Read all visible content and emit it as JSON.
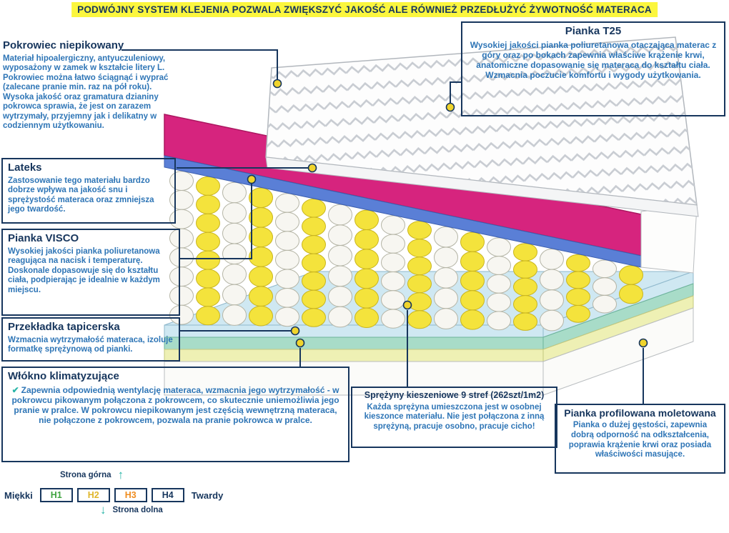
{
  "banner": {
    "text": "PODWÓJNY SYSTEM KLEJENIA POZWALA ZWIĘKSZYĆ JAKOŚĆ ALE RÓWNIEŻ PRZEDŁUŻYĆ ŻYWOTNOŚĆ MATERACA"
  },
  "blocks": {
    "pokrowiec": {
      "title": "Pokrowiec niepikowany",
      "body": "Materiał hipoalergiczny, antyuczuleniowy, wyposażony w zamek w kształcie litery L. Pokrowiec można łatwo ściągnąć i wyprać (zalecane pranie min. raz na pół roku). Wysoka jakość oraz gramatura dzianiny pokrowca sprawia, że jest on zarazem wytrzymały, przyjemny jak i delikatny w codziennym użytkowaniu."
    },
    "lateks": {
      "title": "Lateks",
      "body": "Zastosowanie tego materiału bardzo dobrze wpływa na jakość snu i sprężystość materaca oraz zmniejsza jego twardość."
    },
    "visco": {
      "title": "Pianka VISCO",
      "body": "Wysokiej jakości pianka poliuretanowa reagująca na nacisk i temperaturę. Doskonale dopasowuje się do kształtu ciała, podpierając je idealnie w każdym miejscu."
    },
    "przekladka": {
      "title": "Przekładka tapicerska",
      "body": "Wzmacnia wytrzymałość materaca, izoluje formatkę sprężynową od pianki."
    },
    "wlokno": {
      "title": "Włókno klimatyzujące",
      "check": "✔",
      "body": "Zapewnia odpowiednią wentylację materaca, wzmacnia jego wytrzymałość - w pokrowcu pikowanym połączona z pokrowcem, co skutecznie uniemożliwia jego pranie w pralce. W pokrowcu niepikowanym jest częścią wewnętrzną materaca, nie połączone z pokrowcem, pozwala na pranie pokrowca w pralce."
    },
    "t25": {
      "title": "Pianka T25",
      "body": "Wysokiej jakości pianka poliuretanowa otaczająca materac z góry oraz po bokach zapewnia właściwe krążenie krwi, anatomiczne dopasowanie się materaca do kształtu ciała. Wzmacnia poczucie komfortu i wygody użytkowania."
    },
    "sprezyny": {
      "title": "Sprężyny kieszeniowe 9 stref (262szt/1m2)",
      "body": "Każda sprężyna umieszczona jest w osobnej kieszonce materiału. Nie jest połączona z inną sprężyną, pracuje osobno, pracuje cicho!"
    },
    "profilowana": {
      "title": "Pianka profilowana moletowana",
      "body": "Pianka o dużej gęstości, zapewnia dobrą odporność na odkształcenia, poprawia krążenie krwi oraz posiada właściwości masujące."
    }
  },
  "scale": {
    "top_label": "Strona górna",
    "bottom_label": "Strona dolna",
    "left_label": "Miękki",
    "right_label": "Twardy",
    "up_arrow": "↑",
    "down_arrow": "↓",
    "levels": [
      {
        "label": "H1",
        "color": "#3fa33f"
      },
      {
        "label": "H2",
        "color": "#e0b62a"
      },
      {
        "label": "H3",
        "color": "#ef8c1f"
      },
      {
        "label": "H4",
        "color": "#17365d"
      }
    ]
  },
  "colors": {
    "navy": "#17365d",
    "body_blue": "#2e75b6",
    "teal": "#2ab5a8",
    "banner_bg": "#fbf63e"
  },
  "mattress": {
    "pink": "#d6247e",
    "layer_blue": "#5a7fd6",
    "pale_blue": "#cfe8f2",
    "mint": "#a8dcc8",
    "pale_yellow": "#eef0b4",
    "foam_white": "#fdfdfc",
    "spring_yellow": "#f4e33c",
    "spring_white": "#f7f6f1"
  }
}
